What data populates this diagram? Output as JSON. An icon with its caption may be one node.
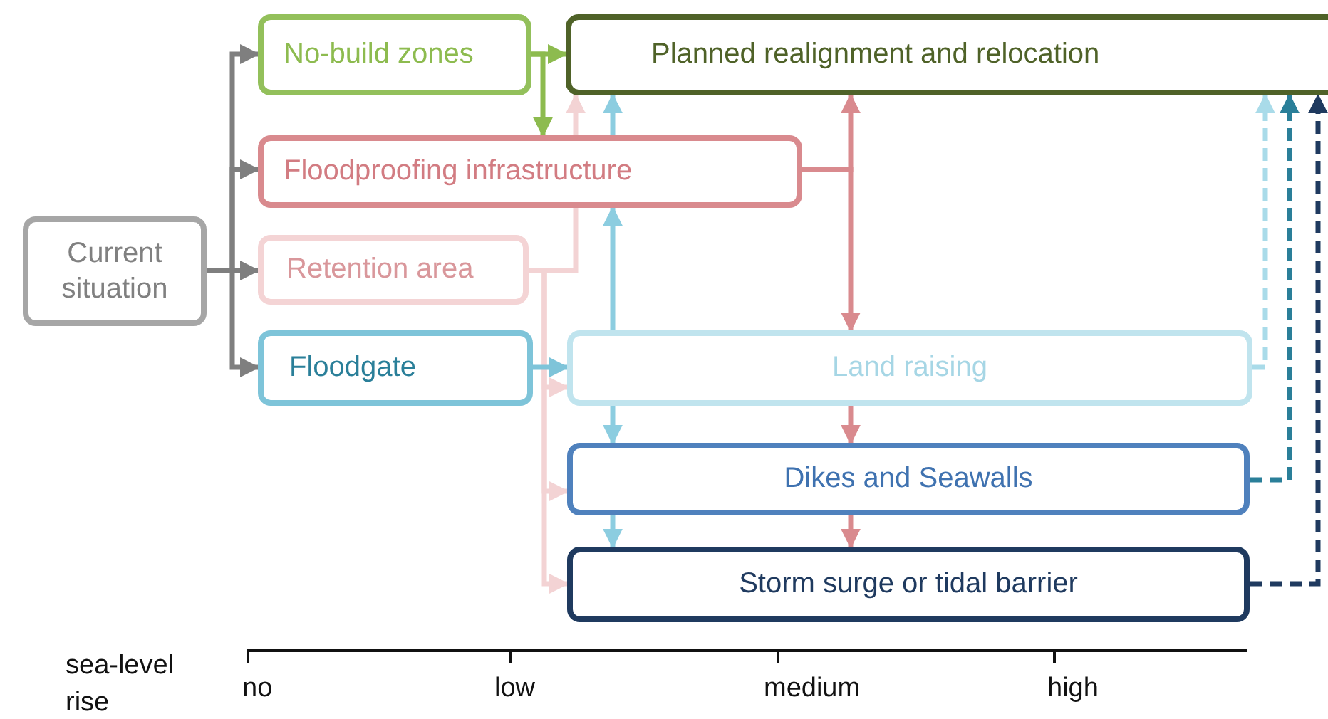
{
  "diagram": {
    "nodes": [
      {
        "text": [
          "Current situation"
        ]
      },
      {
        "text": [
          "No-build zones"
        ]
      },
      {
        "text": [
          "Planned realignment and relocation"
        ]
      },
      {
        "text": [
          "Floodproofing infrastructure"
        ]
      },
      {
        "text": [
          "Retention area"
        ]
      },
      {
        "text": [
          "Floodgate"
        ]
      },
      {
        "text": [
          "Land raising"
        ]
      },
      {
        "text": [
          "Dikes and Seawalls"
        ]
      },
      {
        "text": [
          "Storm surge or tidal barrier"
        ]
      }
    ],
    "edges": [
      {
        "from": 0,
        "to": 1,
        "arrow": "to",
        "color": "#7f7f7f"
      },
      {
        "from": 0,
        "to": 3,
        "arrow": "to",
        "color": "#7f7f7f"
      },
      {
        "from": 0,
        "to": 4,
        "arrow": "to",
        "color": "#7f7f7f"
      },
      {
        "from": 0,
        "to": 5,
        "arrow": "to",
        "color": "#7f7f7f"
      },
      {
        "from": 1,
        "to": 2,
        "arrow": "to",
        "color": "#8dbb4f"
      },
      {
        "from": 1,
        "to": 3,
        "arrow": "to",
        "color": "#8dbb4f"
      },
      {
        "from": 4,
        "to": 3,
        "arrow": "none",
        "color": "#f3d3d4"
      },
      {
        "from": 4,
        "to": 6,
        "arrow": "to",
        "color": "#f3d3d4"
      },
      {
        "from": 4,
        "to": 7,
        "arrow": "to",
        "color": "#f3d3d4"
      },
      {
        "from": 4,
        "to": 8,
        "arrow": "to",
        "color": "#f3d3d4"
      },
      {
        "from": 5,
        "to": 6,
        "arrow": "to",
        "color": "#7ec4d9"
      },
      {
        "from": 6,
        "to": 3,
        "arrow": "to",
        "color": "#8ccde0"
      },
      {
        "from": 3,
        "to": 2,
        "arrow": "to",
        "color": "#8ccde0"
      },
      {
        "from": 6,
        "to": 7,
        "arrow": "to",
        "color": "#8ccde0"
      },
      {
        "from": 7,
        "to": 8,
        "arrow": "to",
        "color": "#8ccde0"
      },
      {
        "from": 3,
        "to": 2,
        "arrow": "to",
        "color": "#d98a8e"
      },
      {
        "from": 3,
        "to": 6,
        "arrow": "to",
        "color": "#d98a8e"
      },
      {
        "from": 6,
        "to": 7,
        "arrow": "to",
        "color": "#d98a8e"
      },
      {
        "from": 7,
        "to": 8,
        "arrow": "to",
        "color": "#d98a8e"
      },
      {
        "from": 6,
        "to": 2,
        "arrow": "to",
        "style": "dashed",
        "color": "#a9dbe9"
      },
      {
        "from": 7,
        "to": 2,
        "arrow": "to",
        "style": "dashed",
        "color": "#2a7f99"
      },
      {
        "from": 8,
        "to": 2,
        "arrow": "to",
        "style": "dashed",
        "color": "#1f3a5f"
      },
      {
        "from": 3,
        "to": 2,
        "arrow": "to",
        "color": "#f3d3d4"
      }
    ],
    "labels": [
      "sea-level rise",
      "no",
      "low",
      "medium",
      "high"
    ]
  }
}
